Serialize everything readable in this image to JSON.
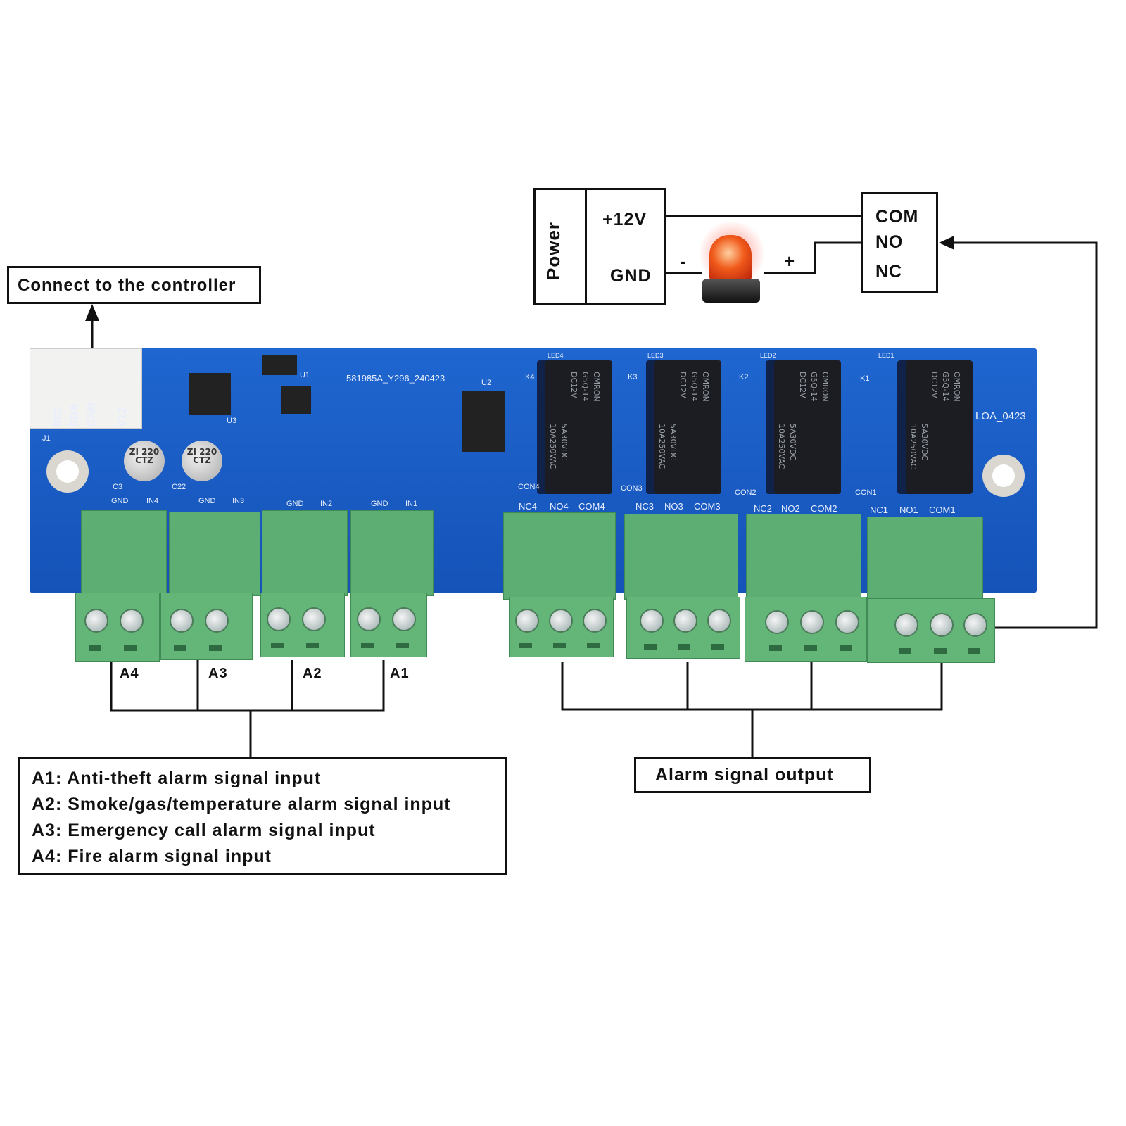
{
  "controller_label": "Connect to the controller",
  "power": {
    "title": "Power",
    "v12": "+12V",
    "gnd": "GND"
  },
  "siren": {
    "minus": "-",
    "plus": "+"
  },
  "relay_contacts": {
    "com": "COM",
    "no": "NO",
    "nc": "NC"
  },
  "inputs": [
    "A4",
    "A3",
    "A2",
    "A1"
  ],
  "legend": [
    "A1: Anti-theft alarm signal input",
    "A2: Smoke/gas/temperature alarm signal input",
    "A3: Emergency call alarm signal input",
    "A4: Fire alarm signal input"
  ],
  "output_label": "Alarm signal output",
  "pcb": {
    "connector_pins": [
      "SCL",
      "SDA",
      "GND",
      "V12"
    ],
    "connector_ref": "J1",
    "board_id": "581985A_Y296_240423",
    "board_code": "LOA_0423",
    "chip_refs": [
      "U1",
      "U2",
      "U3"
    ],
    "capacitor_text": "ZI 220 CTZ",
    "capacitor_refs": [
      "C3",
      "C22"
    ],
    "input_terminals": [
      [
        "GND",
        "IN4"
      ],
      [
        "GND",
        "IN3"
      ],
      [
        "GND",
        "IN2"
      ],
      [
        "GND",
        "IN1"
      ]
    ],
    "relay_refs": [
      "K4",
      "K3",
      "K2",
      "K1"
    ],
    "con_refs": [
      "CON4",
      "CON3",
      "CON2",
      "CON1"
    ],
    "led_refs": [
      "LED4",
      "LED3",
      "LED2",
      "LED1"
    ],
    "output_terminals": [
      [
        "NC4",
        "NO4",
        "COM4"
      ],
      [
        "NC3",
        "NO3",
        "COM3"
      ],
      [
        "NC2",
        "NO2",
        "COM2"
      ],
      [
        "NC1",
        "NO1",
        "COM1"
      ]
    ],
    "relay_text": {
      "brand": "OMRON",
      "model": "G5Q-14",
      "coil": "DC12V",
      "rating_dc": "5A30VDC",
      "rating_ac": "10A250VAC"
    }
  },
  "colors": {
    "pcb": "#1a5cc4",
    "terminal": "#5cae72",
    "relay": "#1b1d22",
    "siren": "#e8401c"
  }
}
